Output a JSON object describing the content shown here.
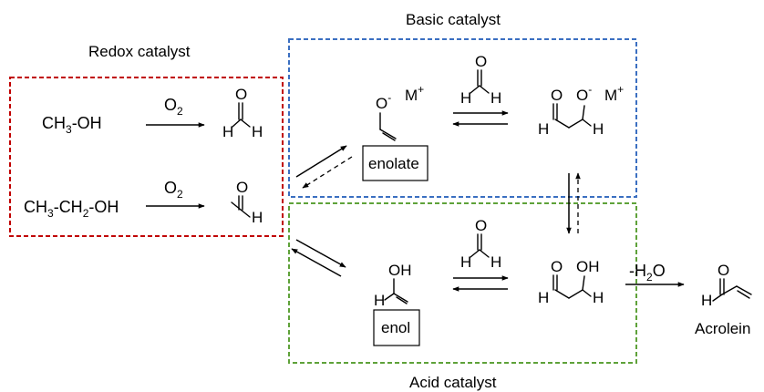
{
  "regions": {
    "redox": {
      "label": "Redox catalyst",
      "color": "#c00000"
    },
    "basic": {
      "label": "Basic catalyst",
      "color": "#3b6fc1"
    },
    "acid": {
      "label": "Acid catalyst",
      "color": "#5fa23a"
    }
  },
  "atoms": {
    "carbon_h3": "CH",
    "carbon_h2": "CH",
    "three": "3",
    "two": "2",
    "oh_suffix": "-OH",
    "dash": "-",
    "oxygen": "O",
    "o2_subscript": "2",
    "hydrogen": "H",
    "hydroxyl": "OH",
    "metal": "M",
    "plus": "+",
    "minus": "-",
    "water_minus": "-",
    "water_h": "H",
    "water_o": "O",
    "water_two": "2"
  },
  "labels": {
    "enolate": "enolate",
    "enol": "enol",
    "acrolein": "Acrolein"
  }
}
